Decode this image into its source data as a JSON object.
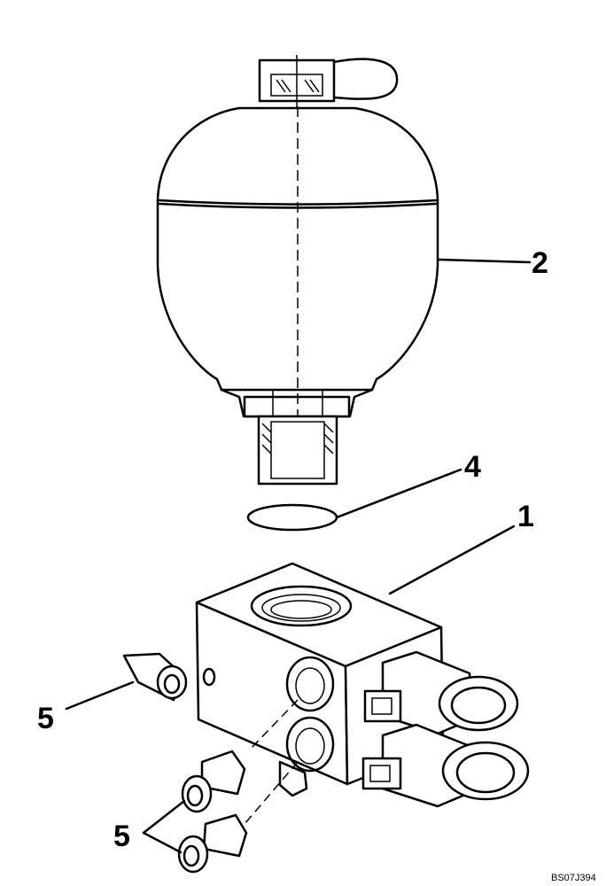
{
  "callouts": {
    "c1": "1",
    "c2": "2",
    "c4": "4",
    "c5a": "5",
    "c5b": "5"
  },
  "figure_ref": "BS07J394"
}
